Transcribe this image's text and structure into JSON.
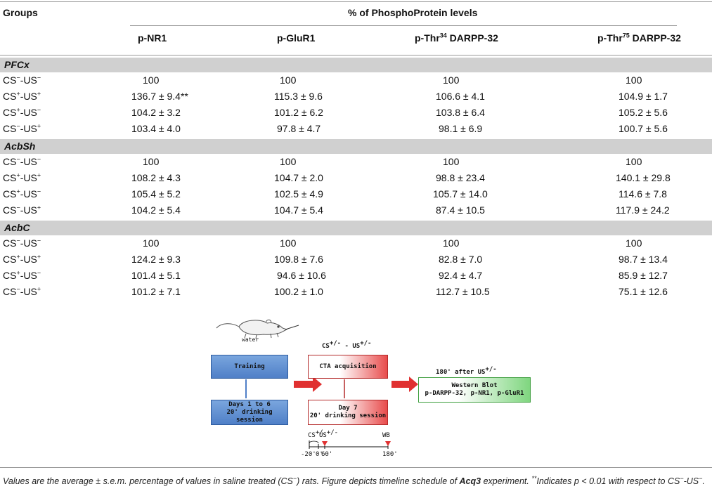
{
  "header": {
    "groups": "Groups",
    "span_title": "% of PhosphoProtein levels",
    "columns": [
      "p-NR1",
      "p-GluR1",
      "p-Thr",
      "DARPP-32",
      "p-Thr",
      "DARPP-32"
    ],
    "sup34": "34",
    "sup75": "75"
  },
  "sections": [
    {
      "name": "PFCx",
      "rows": [
        {
          "group_base": "CS",
          "cs_sup": "−",
          "us_base": "-US",
          "us_sup": "−",
          "v1": "100",
          "v2": "100",
          "v3": "100",
          "v4": "100"
        },
        {
          "group_base": "CS",
          "cs_sup": "+",
          "us_base": "-US",
          "us_sup": "+",
          "v1": "136.7 ± 9.4**",
          "v2": "115.3 ± 9.6",
          "v3": "106.6 ± 4.1",
          "v4": "104.9 ± 1.7"
        },
        {
          "group_base": "CS",
          "cs_sup": "+",
          "us_base": "-US",
          "us_sup": "−",
          "v1": "104.2 ± 3.2",
          "v2": "101.2 ± 6.2",
          "v3": "103.8 ± 6.4",
          "v4": "105.2 ± 5.6"
        },
        {
          "group_base": "CS",
          "cs_sup": "−",
          "us_base": "-US",
          "us_sup": "+",
          "v1": "103.4 ± 4.0",
          "v2": "97.8 ± 4.7",
          "v3": "98.1 ± 6.9",
          "v4": "100.7 ± 5.6"
        }
      ]
    },
    {
      "name": "AcbSh",
      "rows": [
        {
          "group_base": "CS",
          "cs_sup": "−",
          "us_base": "-US",
          "us_sup": "−",
          "v1": "100",
          "v2": "100",
          "v3": "100",
          "v4": "100"
        },
        {
          "group_base": "CS",
          "cs_sup": "+",
          "us_base": "-US",
          "us_sup": "+",
          "v1": "108.2 ± 4.3",
          "v2": "104.7 ± 2.0",
          "v3": "98.8 ± 23.4",
          "v4": "140.1 ± 29.8"
        },
        {
          "group_base": "CS",
          "cs_sup": "+",
          "us_base": "-US",
          "us_sup": "−",
          "v1": "105.4 ± 5.2",
          "v2": "102.5 ± 4.9",
          "v3": "105.7 ± 14.0",
          "v4": "114.6 ± 7.8"
        },
        {
          "group_base": "CS",
          "cs_sup": "−",
          "us_base": "-US",
          "us_sup": "+",
          "v1": "104.2 ± 5.4",
          "v2": "104.7 ± 5.4",
          "v3": "87.4 ± 10.5",
          "v4": "117.9 ± 24.2"
        }
      ]
    },
    {
      "name": "AcbC",
      "rows": [
        {
          "group_base": "CS",
          "cs_sup": "−",
          "us_base": "-US",
          "us_sup": "−",
          "v1": "100",
          "v2": "100",
          "v3": "100",
          "v4": "100"
        },
        {
          "group_base": "CS",
          "cs_sup": "+",
          "us_base": "-US",
          "us_sup": "+",
          "v1": "124.2 ± 9.3",
          "v2": "109.8 ± 7.6",
          "v3": "82.8 ± 7.0",
          "v4": "98.7 ± 13.4"
        },
        {
          "group_base": "CS",
          "cs_sup": "+",
          "us_base": "-US",
          "us_sup": "−",
          "v1": "101.4 ± 5.1",
          "v2": "94.6 ± 10.6",
          "v3": "92.4 ± 4.7",
          "v4": "85.9 ± 12.7"
        },
        {
          "group_base": "CS",
          "cs_sup": "−",
          "us_base": "-US",
          "us_sup": "+",
          "v1": "101.2 ± 7.1",
          "v2": "100.2 ± 1.0",
          "v3": "112.7 ± 10.5",
          "v4": "75.1 ± 12.6"
        }
      ]
    }
  ],
  "figure": {
    "water_label": "water",
    "training": "Training",
    "days_line1": "Days 1 to 6",
    "days_line2": "20' drinking session",
    "cs_us_base1": "CS",
    "cs_us_sup1": "+/-",
    "cs_us_mid": " - US",
    "cs_us_sup2": "+/-",
    "cta": "CTA acquisition",
    "day7_line1": "Day 7",
    "day7_line2": "20' drinking session",
    "after_base": "180' after US",
    "after_sup": "+/-",
    "wb_line1": "Western Blot",
    "wb_line2": "p-DARPP-32, p-NR1, p-GluR1",
    "tl_cs": "CS",
    "tl_cs_sup": "+/-",
    "tl_us": "US",
    "tl_us_sup": "+/-",
    "tl_wb": "WB",
    "ticks": [
      "-20'",
      "0'",
      "60'",
      "180'"
    ],
    "colors": {
      "blue": "#4f7fc7",
      "red": "#e03030",
      "green": "#5cc65c"
    }
  },
  "caption": {
    "p1": "Values are the average ± s.e.m. percentage of values in saline treated (CS",
    "p1_sup": "−",
    "p2": ") rats. Figure depicts timeline schedule of ",
    "bold": "Acq3",
    "p3": " experiment. ",
    "stars": "**",
    "p4": "Indicates p < 0.01 with respect to CS",
    "p4_sup1": "−",
    "p5": "-US",
    "p5_sup": "−",
    "p6": "."
  }
}
